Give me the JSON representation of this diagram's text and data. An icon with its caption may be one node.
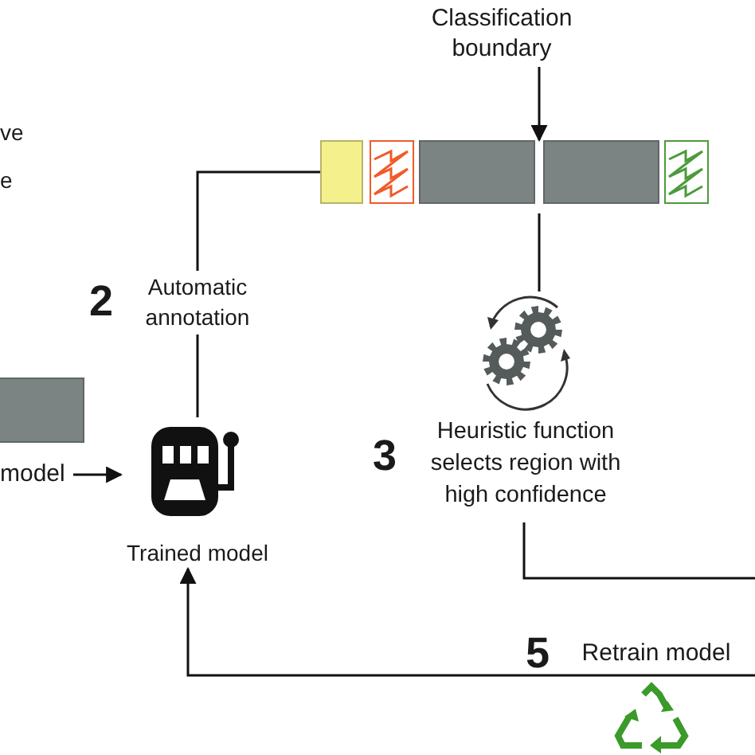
{
  "diagram": {
    "nodes": [
      {
        "text": [
          "Classification boundary"
        ]
      },
      {
        "text": [],
        "shape": "box"
      },
      {
        "text": [],
        "shape": "box"
      },
      {
        "text": [],
        "shape": "bar"
      },
      {
        "text": [],
        "shape": "bar"
      },
      {
        "text": [],
        "shape": "box"
      },
      {
        "text": [],
        "shape": "bar"
      },
      {
        "text": [
          "model"
        ]
      },
      {
        "text": [
          "Trained model"
        ]
      },
      {
        "text": [
          "Heuristic function selects region with high confidence"
        ],
        "beside": [
          "3"
        ]
      }
    ],
    "edges": [
      {
        "from": 0,
        "to": 3,
        "arrow": "to"
      },
      {
        "from": 3,
        "to": 9,
        "arrow": "none"
      },
      {
        "from": 1,
        "to": 8,
        "arrow": "none",
        "label": "Automatic annotation"
      },
      {
        "from": 7,
        "to": 8,
        "arrow": "to"
      },
      {
        "from": 9,
        "to": null,
        "arrow": "none"
      },
      {
        "from": null,
        "to": 8,
        "arrow": "to",
        "label": "Retrain model"
      }
    ],
    "labels": [
      "ve",
      "e",
      "2",
      "5"
    ]
  }
}
